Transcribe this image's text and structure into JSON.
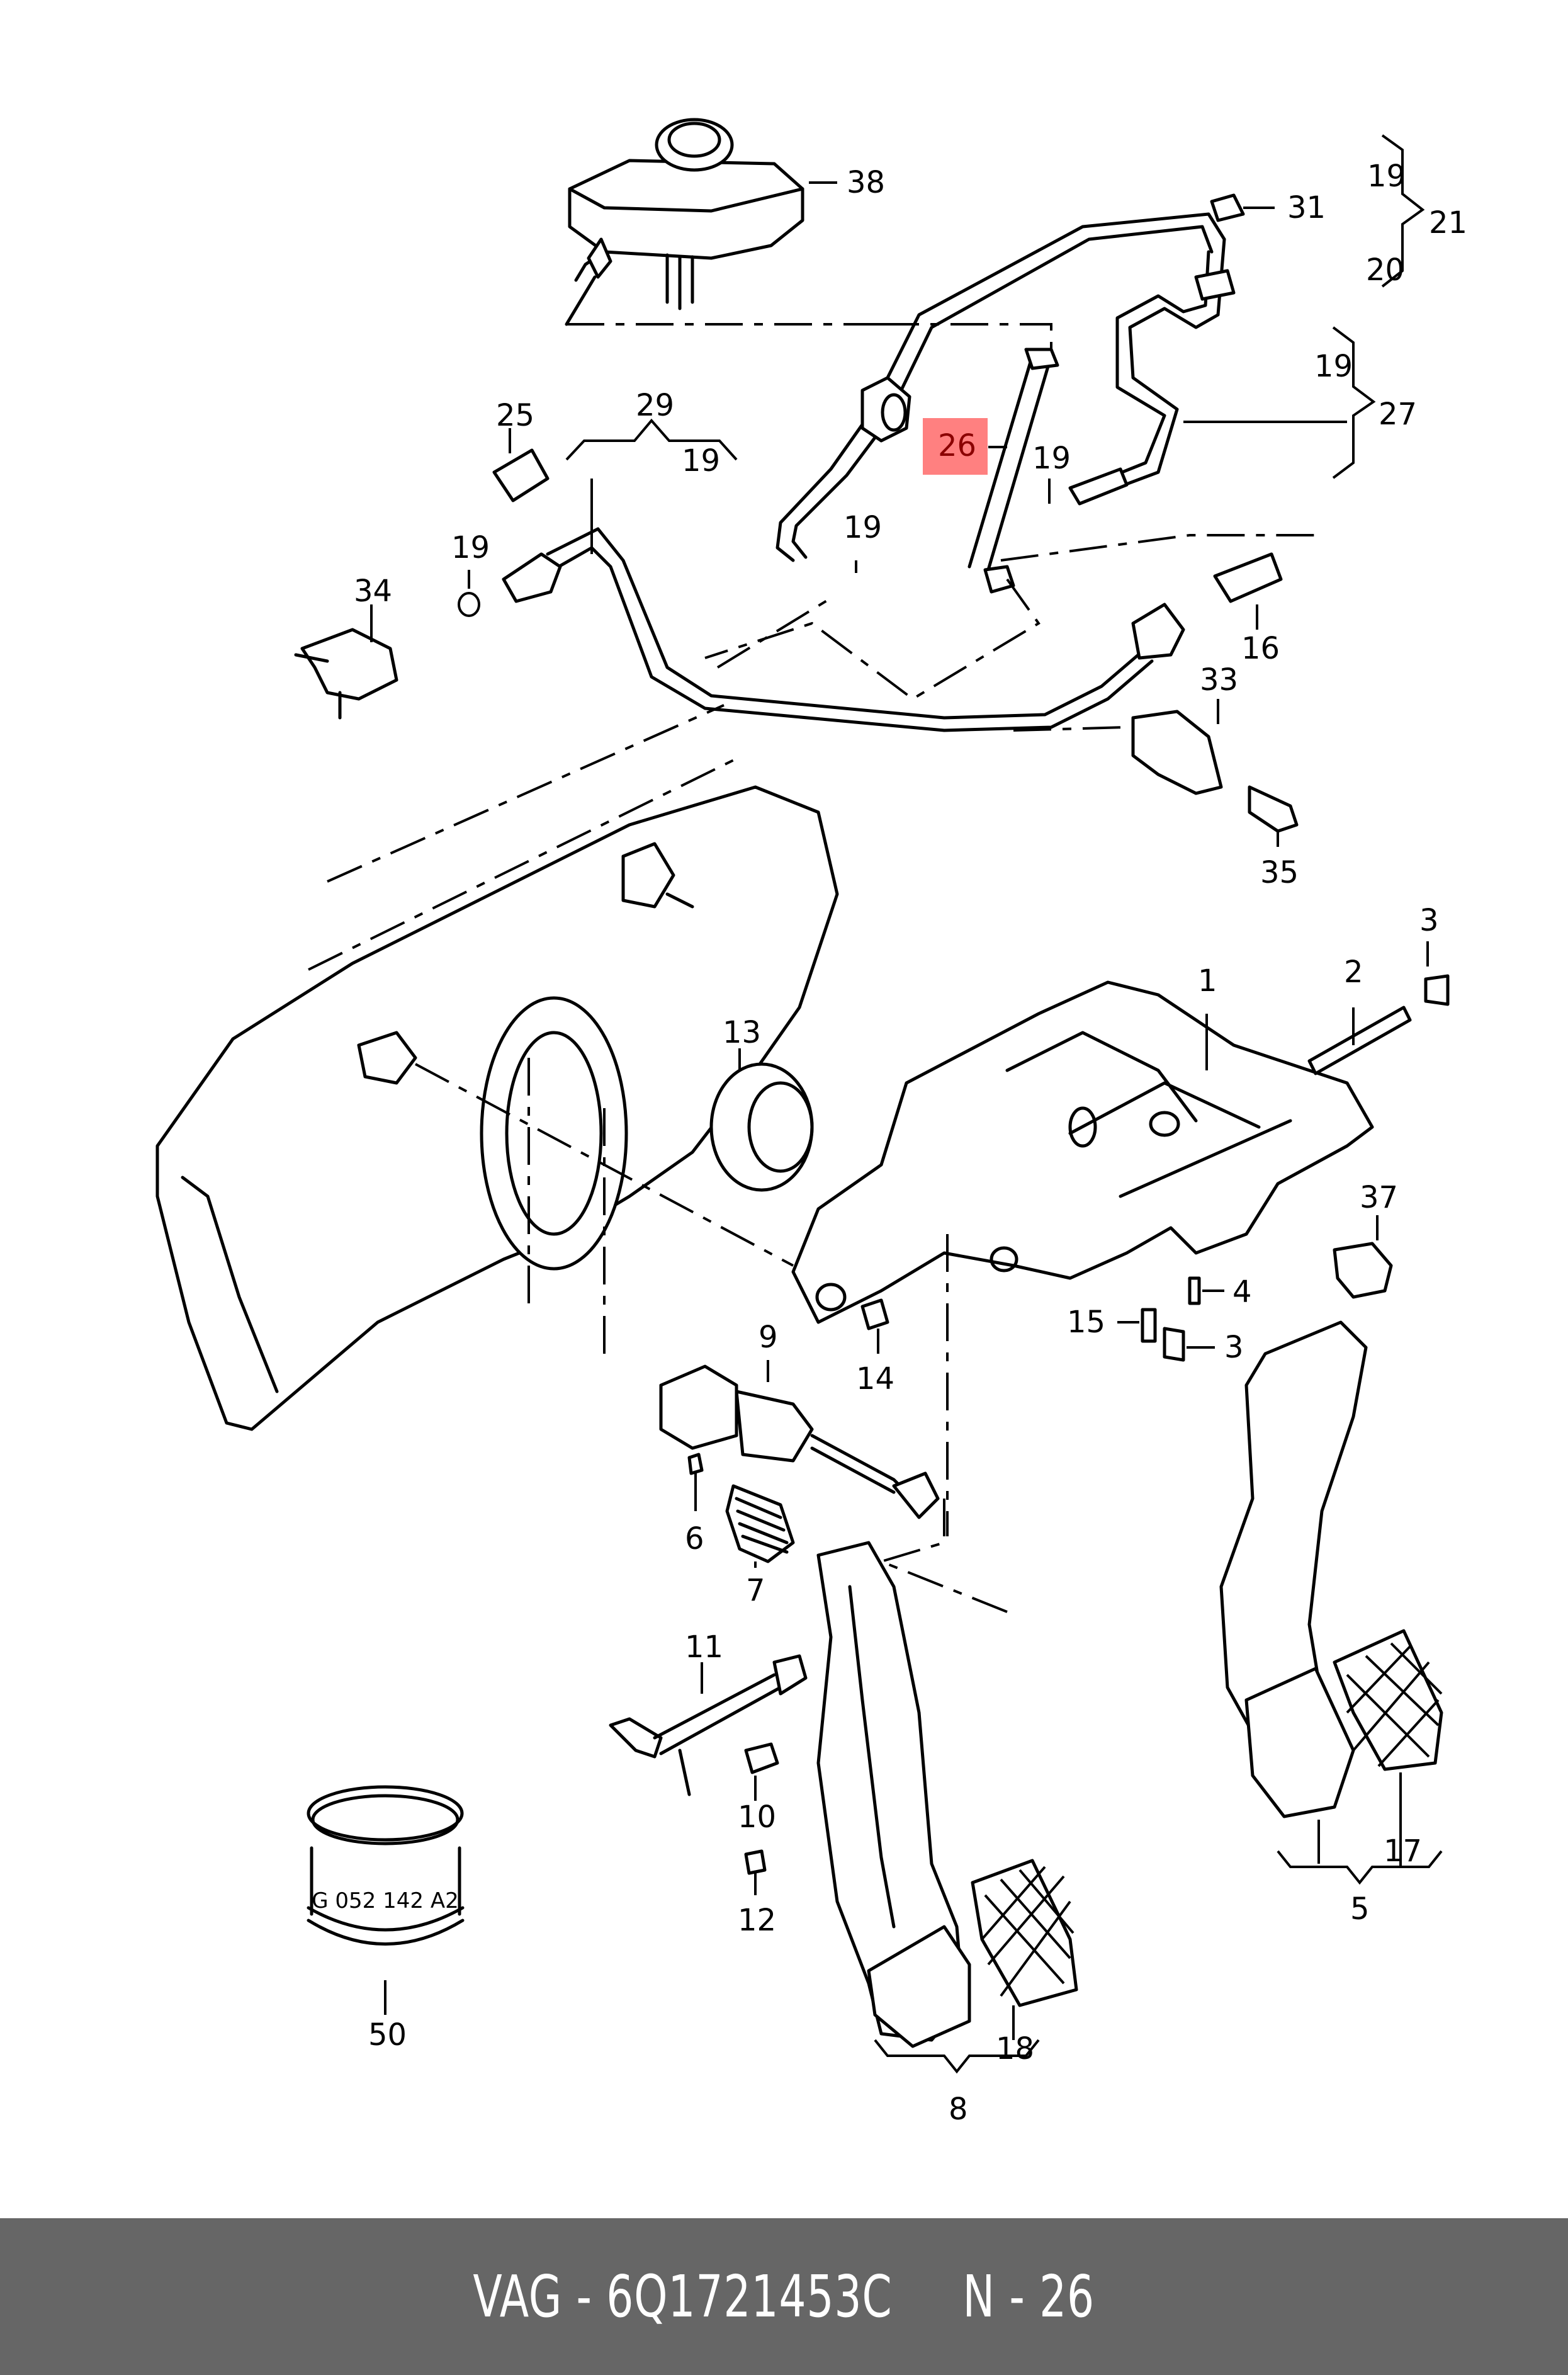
{
  "diagram": {
    "highlighted_label": "26",
    "highlight_color": "#ff8080",
    "highlight_text_color": "#8b0000",
    "callouts": [
      "1",
      "2",
      "3",
      "3",
      "4",
      "5",
      "6",
      "7",
      "8",
      "9",
      "10",
      "11",
      "12",
      "13",
      "14",
      "15",
      "16",
      "17",
      "18",
      "19",
      "19",
      "19",
      "19",
      "19",
      "19",
      "20",
      "21",
      "25",
      "26",
      "27",
      "29",
      "31",
      "33",
      "34",
      "35",
      "37",
      "38",
      "50"
    ],
    "brackets": {
      "b21": {
        "label": "21",
        "members": [
          "19",
          "20"
        ]
      },
      "b27": {
        "label": "27",
        "members": [
          "19"
        ]
      },
      "b29": {
        "label": "29",
        "members": [
          "19"
        ]
      },
      "b5": {
        "label": "5",
        "members": [
          "17"
        ]
      },
      "b8": {
        "label": "8",
        "members": [
          "18"
        ]
      }
    },
    "labels": {
      "l1": "1",
      "l2": "2",
      "l3a": "3",
      "l3b": "3",
      "l4": "4",
      "l5": "5",
      "l6": "6",
      "l7": "7",
      "l8": "8",
      "l9": "9",
      "l10": "10",
      "l11": "11",
      "l12": "12",
      "l13": "13",
      "l14": "14",
      "l15": "15",
      "l16": "16",
      "l17": "17",
      "l18": "18",
      "l19a": "19",
      "l19b": "19",
      "l19c": "19",
      "l19d": "19",
      "l19e": "19",
      "l19f": "19",
      "l20": "20",
      "l21": "21",
      "l25": "25",
      "l26": "26",
      "l27": "27",
      "l29": "29",
      "l31": "31",
      "l33": "33",
      "l34": "34",
      "l35": "35",
      "l37": "37",
      "l38": "38",
      "l50": "50"
    },
    "part_marking": "G 052 142 A2"
  },
  "footer": {
    "brand": "VAG",
    "part_number": "6Q1721453C",
    "position": "N - 26",
    "text": "VAG - 6Q1721453C     N - 26",
    "background": "#666666",
    "text_color": "#ffffff"
  }
}
